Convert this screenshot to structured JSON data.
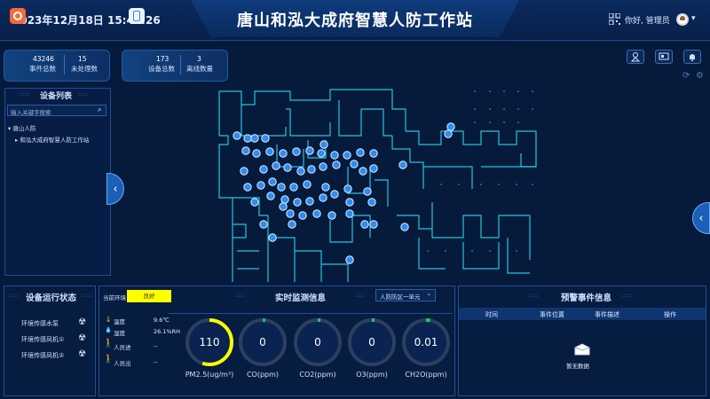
{
  "header": {
    "datetime": "2023年12月18日 15:41:26",
    "title": "唐山和泓大成府智慧人防工作站",
    "greeting": "你好, 管理员",
    "dropdown_glyph": "▾"
  },
  "stats_left": {
    "event_total": {
      "value": "43246",
      "label": "事件总数"
    },
    "unhandled": {
      "value": "15",
      "label": "未处理数"
    }
  },
  "stats_right": {
    "device_total": {
      "value": "173",
      "label": "设备总数"
    },
    "offline": {
      "value": "3",
      "label": "离线数量"
    }
  },
  "toolbar": {
    "buttons": [
      "person-location-icon",
      "screen-icon",
      "bell-icon"
    ],
    "refresh_glyph": "⟳",
    "settings_glyph": "⚙"
  },
  "device_list": {
    "title": "设备列表",
    "search_placeholder": "输入关键字搜索",
    "tree": [
      {
        "label": "唐山人防",
        "level": 0,
        "glyph": "▾"
      },
      {
        "label": "和泓大成府智慧人防工作站",
        "level": 1,
        "glyph": "▸"
      }
    ]
  },
  "map": {
    "left_arrow": "‹",
    "right_arrow": "‹"
  },
  "device_status": {
    "title": "设备运行状态",
    "items": [
      {
        "label": "环境传感水泵",
        "icon": "radiation-icon"
      },
      {
        "label": "环境传感风机①",
        "icon": "radiation-icon"
      },
      {
        "label": "环境传感风机②",
        "icon": "radiation-icon"
      }
    ]
  },
  "environment": {
    "current_label": "当前环境",
    "status_text": "良好",
    "status_color": "#ffff00",
    "rows": [
      {
        "label": "温度",
        "value": "9.6℃",
        "icon": "thermometer-icon"
      },
      {
        "label": "湿度",
        "value": "26.1%RH",
        "icon": "droplet-icon"
      },
      {
        "label": "人员进",
        "value": "--",
        "icon": "person-in-icon"
      },
      {
        "label": "人员出",
        "value": "--",
        "icon": "person-out-icon"
      }
    ]
  },
  "monitoring": {
    "title": "实时监测信息",
    "zone_selected": "人防防区一单元",
    "zone_glyph": "⌄",
    "gauges": [
      {
        "label": "PM2.5(ug/m³)",
        "value": "110",
        "level": 0.55,
        "color": "#ffff00"
      },
      {
        "label": "CO(ppm)",
        "value": "0",
        "level": 0,
        "color": "#22c55e"
      },
      {
        "label": "CO2(ppm)",
        "value": "0",
        "level": 0,
        "color": "#22c55e"
      },
      {
        "label": "O3(ppm)",
        "value": "0",
        "level": 0,
        "color": "#22c55e"
      },
      {
        "label": "CH2O(ppm)",
        "value": "0.01",
        "level": 0.03,
        "color": "#22c55e"
      }
    ]
  },
  "alerts": {
    "title": "预警事件信息",
    "columns": [
      "时间",
      "事件位置",
      "事件描述",
      "操作"
    ],
    "empty_text": "暂无数据"
  },
  "colors": {
    "background": "#061a3c",
    "panel_border": "#1f4f96",
    "map_line": "#2ad6f0",
    "marker": "#2f8cf0"
  }
}
